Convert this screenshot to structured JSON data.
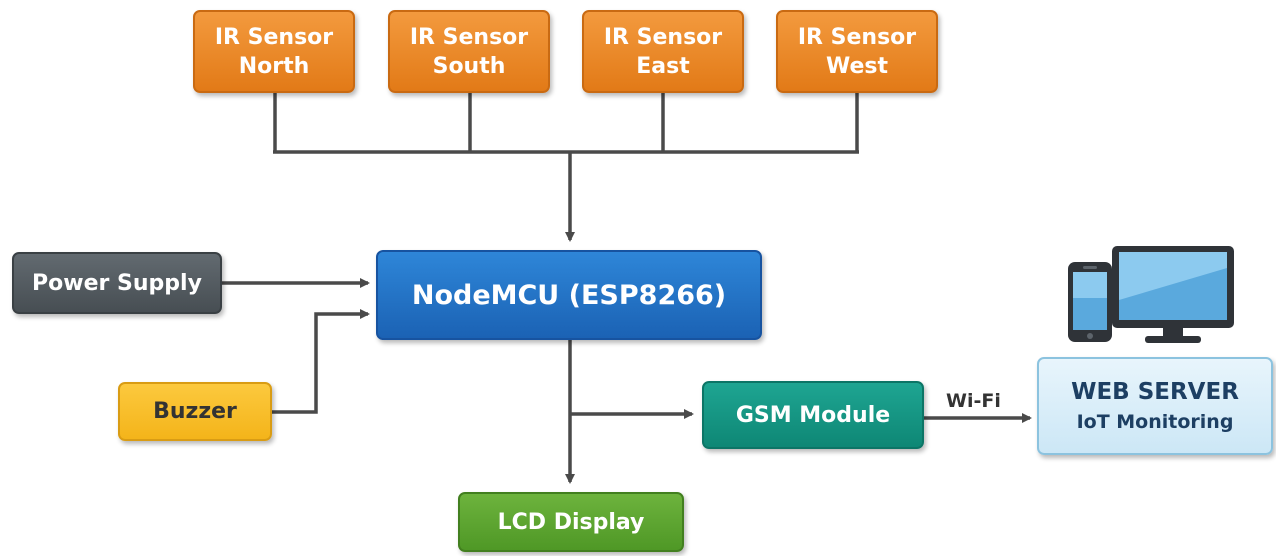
{
  "sensors": [
    {
      "line1": "IR Sensor",
      "line2": "North"
    },
    {
      "line1": "IR Sensor",
      "line2": "South"
    },
    {
      "line1": "IR Sensor",
      "line2": "East"
    },
    {
      "line1": "IR Sensor",
      "line2": "West"
    }
  ],
  "power_supply": "Power Supply",
  "buzzer": "Buzzer",
  "controller": "NodeMCU (ESP8266)",
  "gsm": "GSM Module",
  "lcd": "LCD Display",
  "wifi_label": "Wi-Fi",
  "web_server": {
    "title": "WEB SERVER",
    "subtitle": "IoT Monitoring"
  },
  "icons": [
    "smartphone-icon",
    "monitor-icon"
  ],
  "colors": {
    "sensor": "#e8841f",
    "power": "#555c61",
    "buzzer": "#f7bd2a",
    "controller": "#2272c6",
    "gsm": "#13977f",
    "lcd": "#5ea62f",
    "web_server": "#d9eef9",
    "connector": "#4a4a4a"
  }
}
